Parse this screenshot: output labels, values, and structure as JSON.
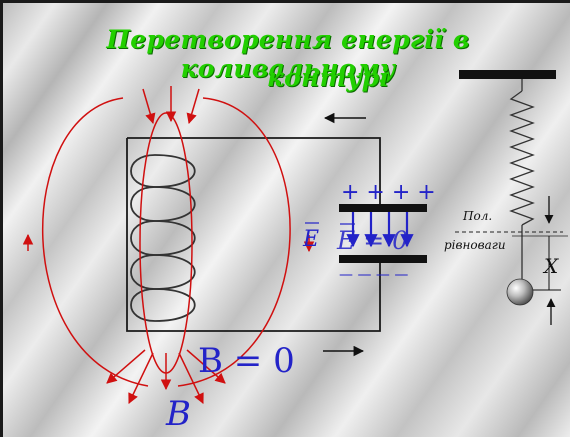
{
  "title": {
    "line1": "Перетворення енергії в коливальному",
    "line2": "контурі"
  },
  "labels": {
    "b_bottom": "B",
    "b_zero": "B = 0",
    "e_left": "E",
    "e_zero": "E = 0",
    "plus": "+ + + +",
    "minus": "— — — —",
    "equilibrium_line1": "Пол.",
    "equilibrium_line2": "рівноваги",
    "x": "X"
  },
  "colors": {
    "title": "#22d000",
    "field_lines": "#d01010",
    "electric": "#2323c8",
    "wire": "#1a1a1a"
  }
}
